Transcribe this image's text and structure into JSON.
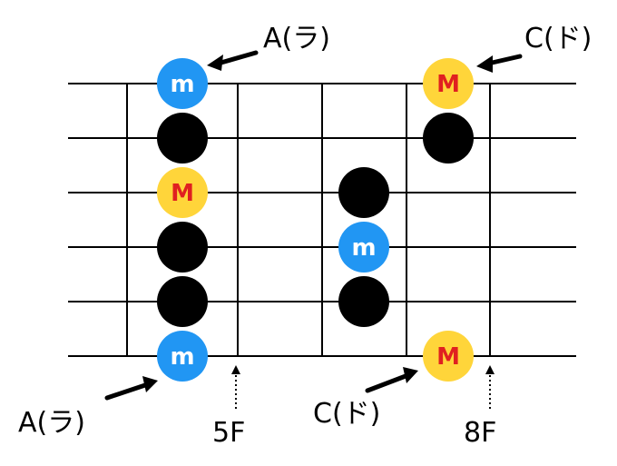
{
  "colors": {
    "minor_root": "#2196f3",
    "major_root": "#ffd53a",
    "scale_note": "#000000",
    "minor_text": "#ffffff",
    "major_text": "#e02020",
    "line": "#000000"
  },
  "labels": {
    "a_top": "A(ラ)",
    "c_top": "C(ド)",
    "a_bottom": "A(ラ)",
    "c_bottom": "C(ド)",
    "fret5": "5F",
    "fret8": "8F"
  },
  "notes": [
    {
      "string": 1,
      "fret": 5,
      "kind": "minor-root",
      "text": "m"
    },
    {
      "string": 2,
      "fret": 5,
      "kind": "scale",
      "text": ""
    },
    {
      "string": 3,
      "fret": 5,
      "kind": "major-root",
      "text": "M"
    },
    {
      "string": 4,
      "fret": 5,
      "kind": "scale",
      "text": ""
    },
    {
      "string": 5,
      "fret": 5,
      "kind": "scale",
      "text": ""
    },
    {
      "string": 6,
      "fret": 5,
      "kind": "minor-root",
      "text": "m"
    },
    {
      "string": 3,
      "fret": 7,
      "kind": "scale",
      "text": ""
    },
    {
      "string": 4,
      "fret": 7,
      "kind": "minor-root",
      "text": "m"
    },
    {
      "string": 5,
      "fret": 7,
      "kind": "scale",
      "text": ""
    },
    {
      "string": 1,
      "fret": 8,
      "kind": "major-root",
      "text": "M"
    },
    {
      "string": 2,
      "fret": 8,
      "kind": "scale",
      "text": ""
    },
    {
      "string": 6,
      "fret": 8,
      "kind": "major-root",
      "text": "M"
    }
  ]
}
